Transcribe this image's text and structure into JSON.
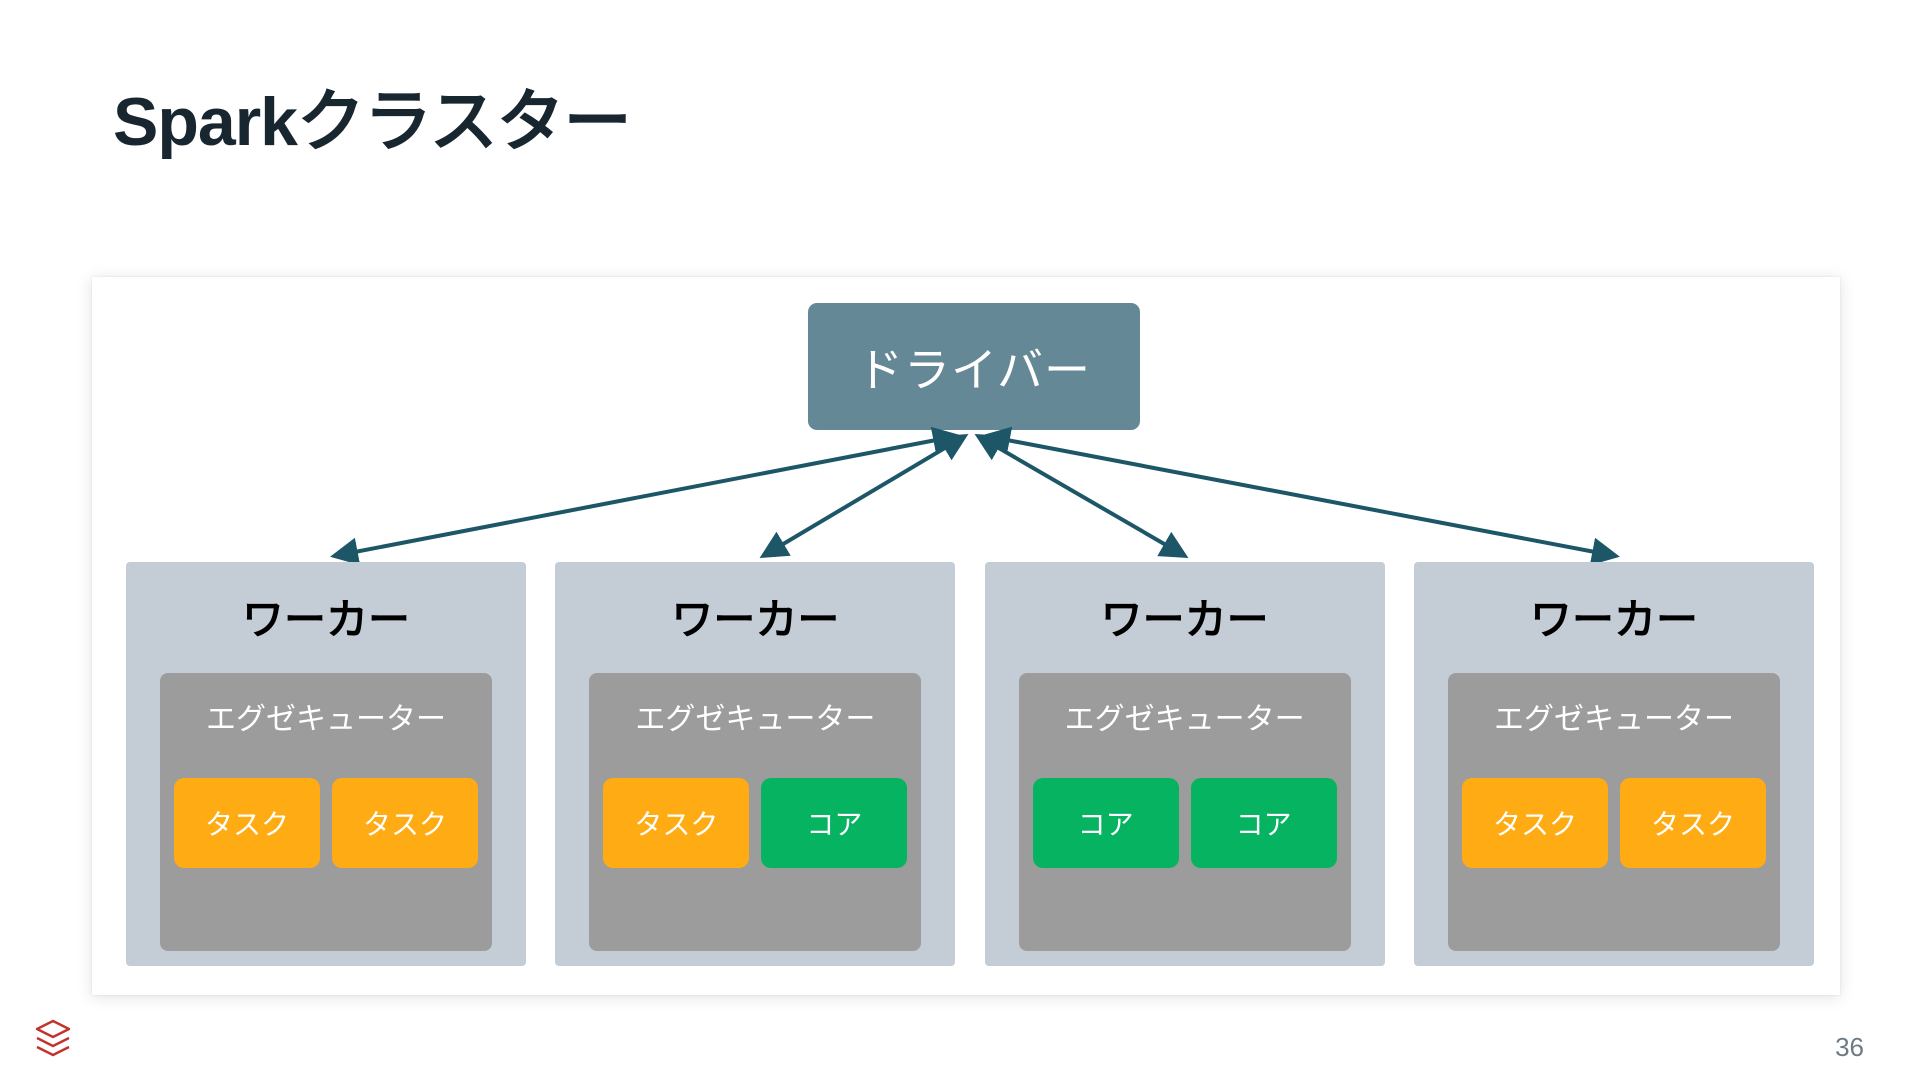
{
  "slide": {
    "title": "Sparkクラスター",
    "page_number": "36",
    "logo_name": "databricks-logo",
    "logo_color": "#c1332d",
    "background_color": "#ffffff"
  },
  "colors": {
    "driver": "#648896",
    "worker": "#c4ccd6",
    "executor": "#9c9c9c",
    "task": "#ffab14",
    "core": "#05b361",
    "arrow": "#1d5767",
    "title_text": "#18262f"
  },
  "diagram": {
    "driver": {
      "label": "ドライバー"
    },
    "workers": [
      {
        "label": "ワーカー",
        "executor_label": "エグゼキューター",
        "units": [
          {
            "label": "タスク",
            "type": "task"
          },
          {
            "label": "タスク",
            "type": "task"
          }
        ]
      },
      {
        "label": "ワーカー",
        "executor_label": "エグゼキューター",
        "units": [
          {
            "label": "タスク",
            "type": "task"
          },
          {
            "label": "コア",
            "type": "core"
          }
        ]
      },
      {
        "label": "ワーカー",
        "executor_label": "エグゼキューター",
        "units": [
          {
            "label": "コア",
            "type": "core"
          },
          {
            "label": "コア",
            "type": "core"
          }
        ]
      },
      {
        "label": "ワーカー",
        "executor_label": "エグゼキューター",
        "units": [
          {
            "label": "タスク",
            "type": "task"
          },
          {
            "label": "タスク",
            "type": "task"
          }
        ]
      }
    ],
    "connectors": [
      {
        "name": "driver-to-worker-1",
        "from": [
          959,
          434
        ],
        "to": [
          330,
          558
        ],
        "bidirectional": true
      },
      {
        "name": "driver-to-worker-2",
        "from": [
          967,
          434
        ],
        "to": [
          760,
          558
        ],
        "bidirectional": true
      },
      {
        "name": "driver-to-worker-3",
        "from": [
          977,
          434
        ],
        "to": [
          1185,
          558
        ],
        "bidirectional": true
      },
      {
        "name": "driver-to-worker-4",
        "from": [
          985,
          434
        ],
        "to": [
          1618,
          558
        ],
        "bidirectional": true
      }
    ]
  }
}
